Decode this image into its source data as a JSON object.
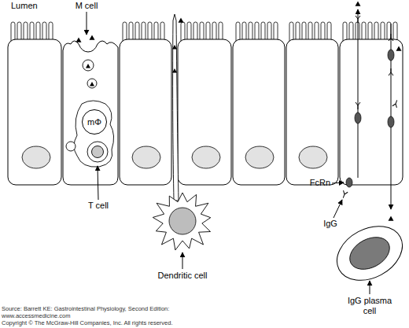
{
  "diagram": {
    "nodes": [
      {
        "text": [
          "mΦ"
        ]
      }
    ],
    "labels": [
      "Lumen",
      "M cell",
      "T cell",
      "Dendritic cell",
      "FcRn",
      "IgG",
      "IgG plasma cell",
      "Source: Barrett KE: Gastrointestinal Physiology, Second Edition:",
      "www.accessmedicine.com",
      "Copyright © The McGraw-Hill Companies, Inc. All rights reserved."
    ]
  }
}
